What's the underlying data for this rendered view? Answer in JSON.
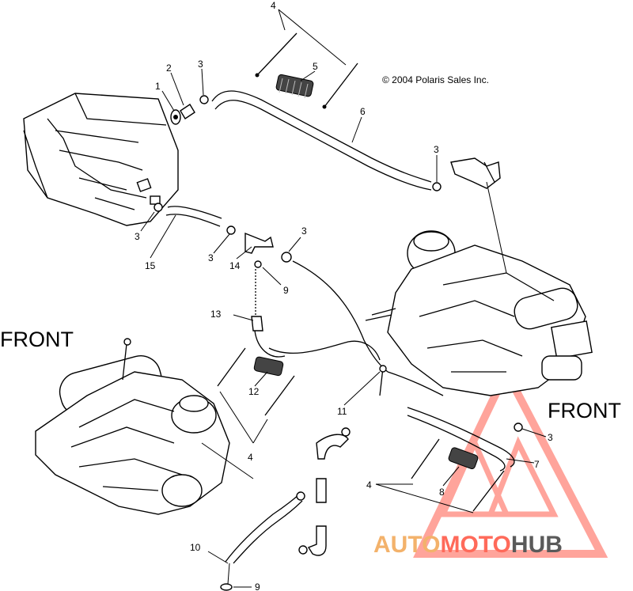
{
  "copyright": "© 2004 Polaris Sales Inc.",
  "front_labels": [
    "FRONT",
    "FRONT"
  ],
  "callouts": {
    "c1": "1",
    "c2": "2",
    "c3a": "3",
    "c4a": "4",
    "c5": "5",
    "c6": "6",
    "c3b": "3",
    "c3c": "3",
    "c15": "15",
    "c3d": "3",
    "c14": "14",
    "c3e": "3",
    "c9a": "9",
    "c13": "13",
    "c12": "12",
    "c11": "11",
    "c4b": "4",
    "c3f": "3",
    "c7": "7",
    "c4c": "4",
    "c8": "8",
    "c10": "10",
    "c9b": "9"
  },
  "watermark": {
    "part1": "AUTO",
    "part2": "MOTO",
    "part3": "HUB",
    "color1": "#f3b26b",
    "color2": "#ff6a5a",
    "color3": "#5a5a5a"
  },
  "colors": {
    "line": "#000000",
    "watermark_triangle": "#ff5a4a"
  }
}
